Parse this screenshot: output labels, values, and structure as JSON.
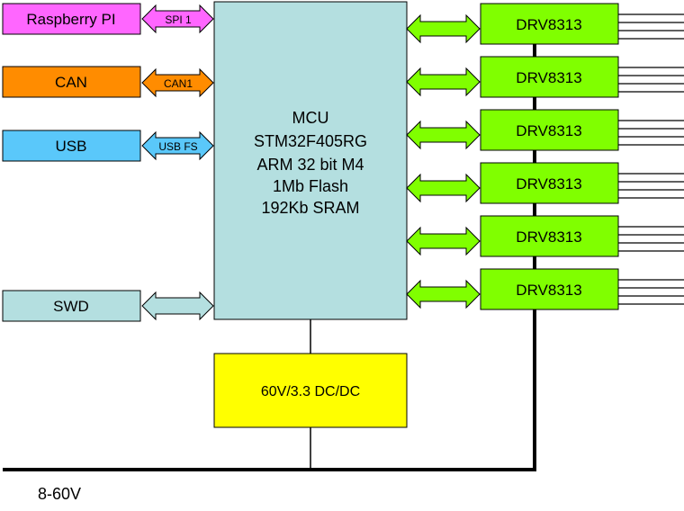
{
  "mcu": {
    "lines": [
      "MCU",
      "STM32F405RG",
      "ARM 32 bit M4",
      "1Mb Flash",
      "192Kb SRAM"
    ],
    "color": "#b4dfe0"
  },
  "dcdc": {
    "label": "60V/3.3 DC/DC",
    "color": "#ffff00"
  },
  "supply": {
    "label": "8-60V"
  },
  "left_interfaces": [
    {
      "label": "Raspberry PI",
      "link": "SPI 1",
      "color": "#ff66ff"
    },
    {
      "label": "CAN",
      "link": "CAN1",
      "color": "#ff8c00"
    },
    {
      "label": "USB",
      "link": "USB FS",
      "color": "#5ac8fa"
    },
    {
      "label": "SWD",
      "link": "",
      "color": "#b4dfe0"
    }
  ],
  "drivers": [
    {
      "label": "DRV8313"
    },
    {
      "label": "DRV8313"
    },
    {
      "label": "DRV8313"
    },
    {
      "label": "DRV8313"
    },
    {
      "label": "DRV8313"
    },
    {
      "label": "DRV8313"
    }
  ],
  "colors": {
    "driver": "#80ff00",
    "driver_arrow": "#80ff00",
    "bus": "#000000"
  }
}
